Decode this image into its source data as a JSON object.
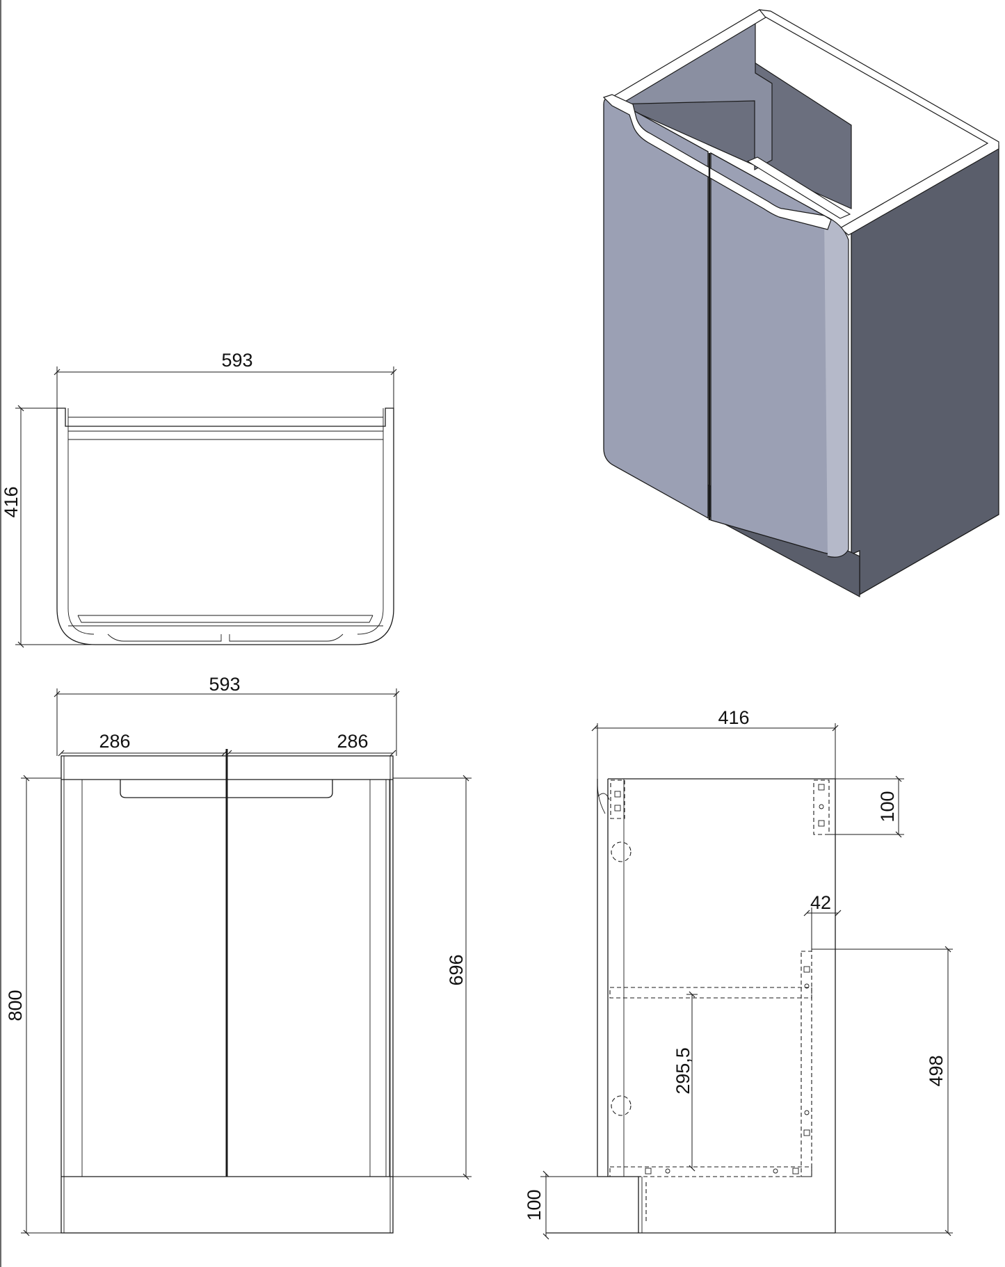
{
  "colors": {
    "line": "#1a1a1a",
    "iso_front": "#9ba0b4",
    "iso_side": "#5a5e6b",
    "iso_inner": "#6b6f7e",
    "iso_top_edge": "#ffffff"
  },
  "top_view": {
    "width_label": "593",
    "depth_label": "416"
  },
  "front_view": {
    "width_label": "593",
    "door_left_label": "286",
    "door_right_label": "286",
    "height_label": "800",
    "body_height_label": "696"
  },
  "side_view": {
    "depth_label": "416",
    "top_rail_label": "100",
    "offset_label": "42",
    "shelf_label": "295,5",
    "lower_label": "498",
    "plinth_label": "100"
  }
}
